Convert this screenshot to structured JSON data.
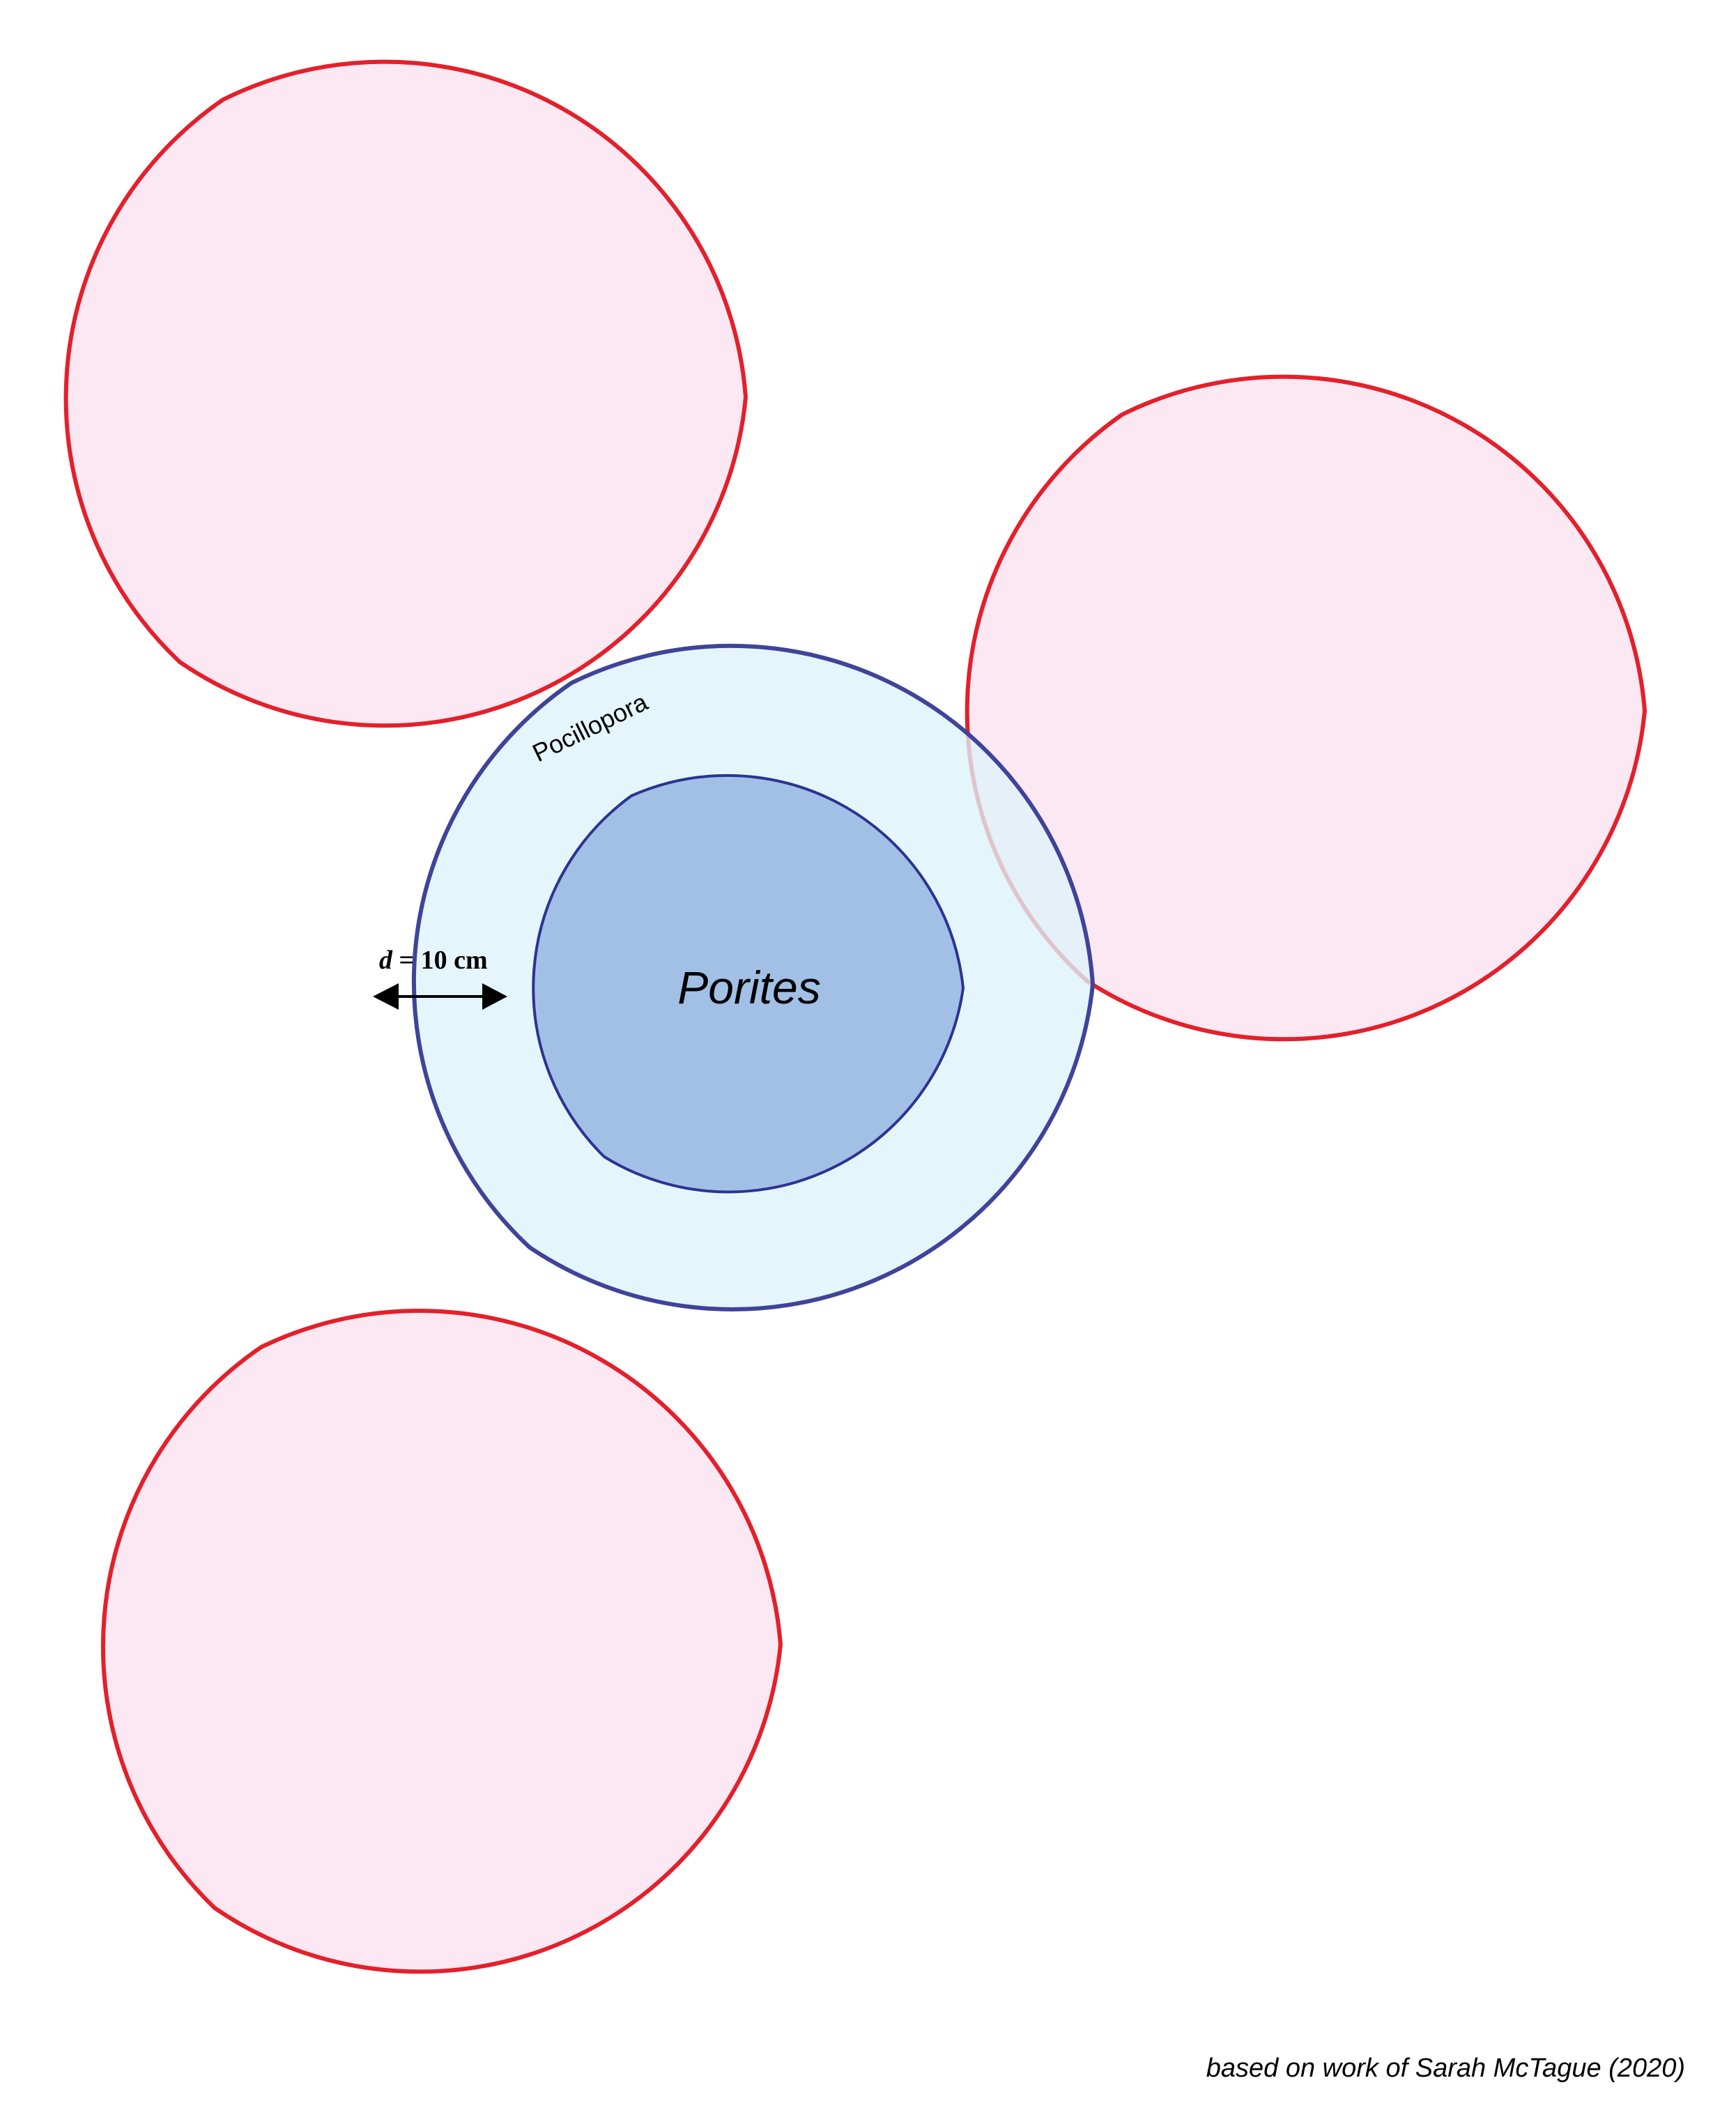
{
  "labels": {
    "core_species": "Porites",
    "zone_species": "Pocillopora",
    "distance_variable": "d",
    "distance_value": " = 10 cm",
    "credit": "based on work of Sarah McTague (2020)"
  },
  "colors": {
    "neighbor_fill": "#fce8f2",
    "neighbor_stroke": "#e3202b",
    "zone_fill": "#def2fb",
    "zone_stroke": "#3f4399",
    "core_fill": "#a2c0e6",
    "core_stroke": "#2a3492",
    "arrow": "#000000"
  }
}
